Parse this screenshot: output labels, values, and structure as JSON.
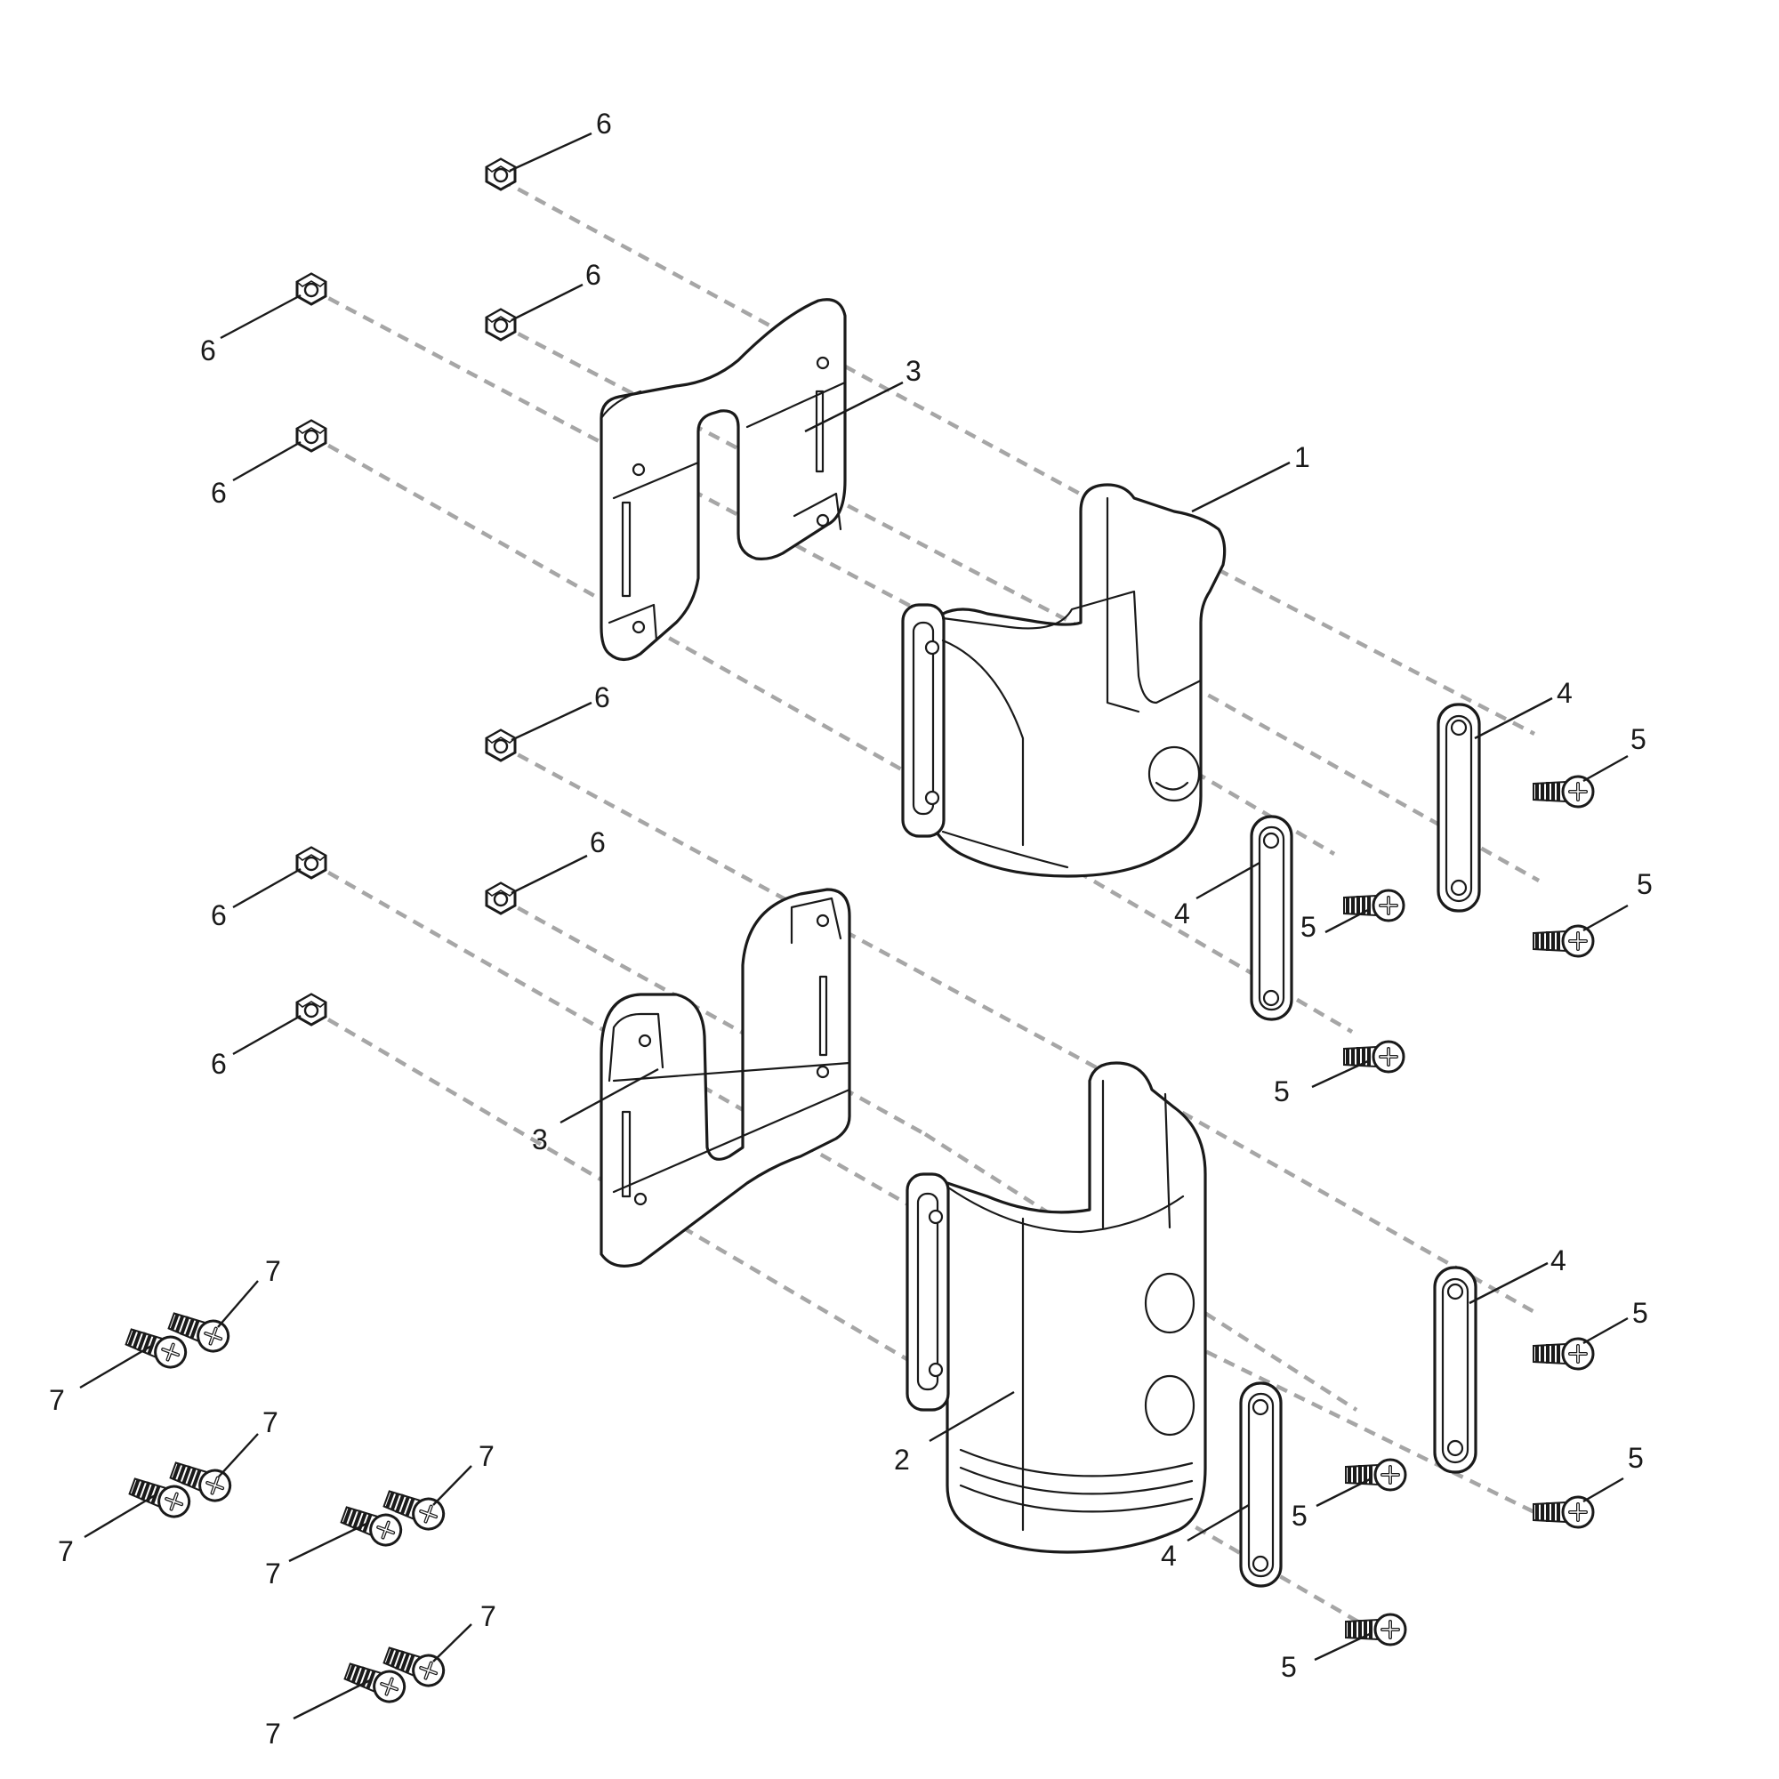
{
  "diagram": {
    "callouts": [
      {
        "label": "6"
      },
      {
        "label": "6"
      },
      {
        "label": "6"
      },
      {
        "label": "6"
      },
      {
        "label": "6"
      },
      {
        "label": "6"
      },
      {
        "label": "6"
      },
      {
        "label": "6"
      },
      {
        "label": "3"
      },
      {
        "label": "3"
      },
      {
        "label": "1"
      },
      {
        "label": "2"
      },
      {
        "label": "4"
      },
      {
        "label": "4"
      },
      {
        "label": "4"
      },
      {
        "label": "4"
      },
      {
        "label": "5"
      },
      {
        "label": "5"
      },
      {
        "label": "5"
      },
      {
        "label": "5"
      },
      {
        "label": "5"
      },
      {
        "label": "5"
      },
      {
        "label": "5"
      },
      {
        "label": "5"
      },
      {
        "label": "7"
      },
      {
        "label": "7"
      },
      {
        "label": "7"
      },
      {
        "label": "7"
      },
      {
        "label": "7"
      },
      {
        "label": "7"
      },
      {
        "label": "7"
      },
      {
        "label": "7"
      }
    ]
  }
}
